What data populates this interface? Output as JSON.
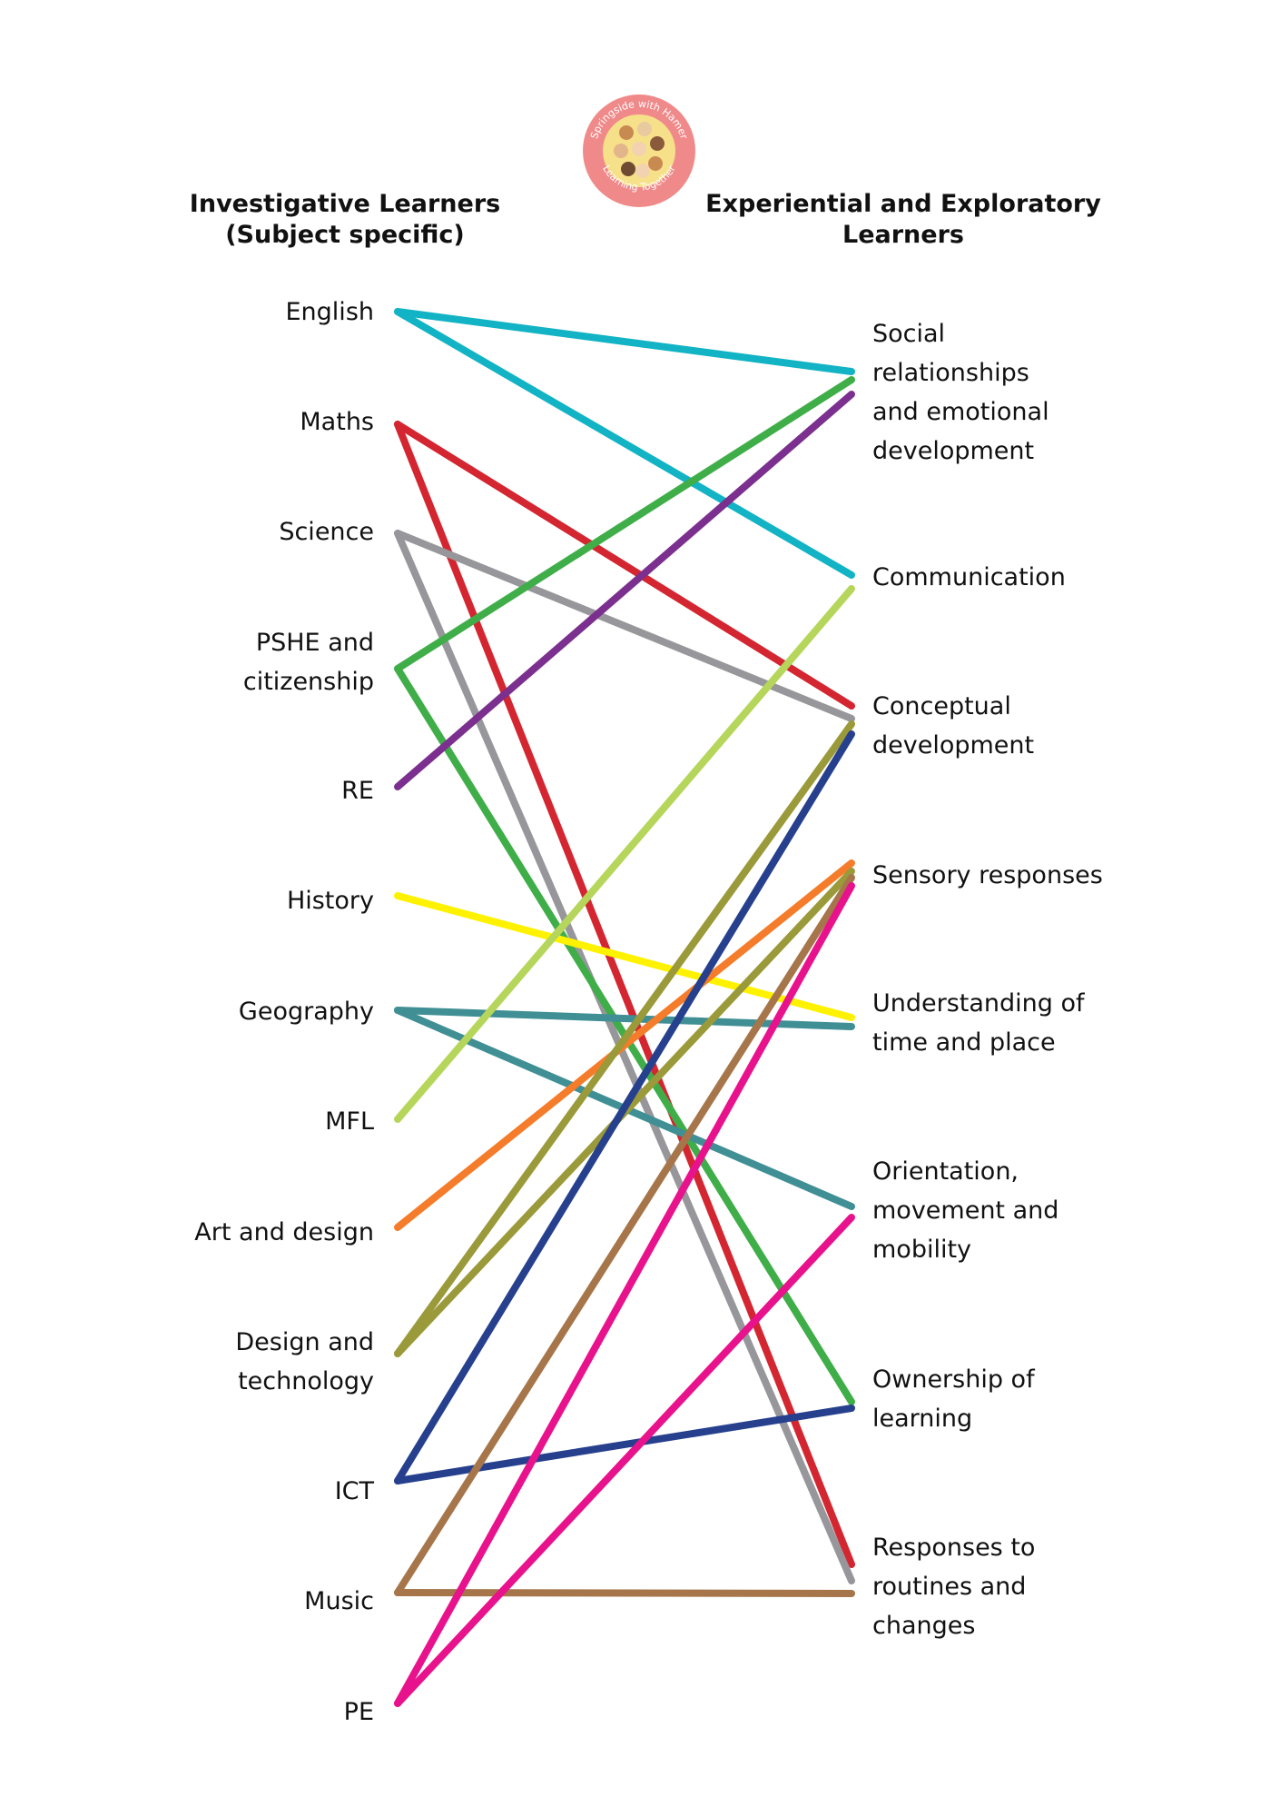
{
  "logo": {
    "top_text": "Springside with Hamer",
    "bottom_text": "Learning Together",
    "colors": {
      "ring": "#f08a8a",
      "inner": "#f6e08a"
    }
  },
  "headers": {
    "left": "Investigative Learners\n(Subject specific)",
    "right": "Experiential and Exploratory\nLearners"
  },
  "subjects": [
    {
      "id": "english",
      "label": "English"
    },
    {
      "id": "maths",
      "label": "Maths"
    },
    {
      "id": "science",
      "label": "Science"
    },
    {
      "id": "pshe",
      "label": "PSHE and\ncitizenship"
    },
    {
      "id": "re",
      "label": "RE"
    },
    {
      "id": "history",
      "label": "History"
    },
    {
      "id": "geography",
      "label": "Geography"
    },
    {
      "id": "mfl",
      "label": "MFL"
    },
    {
      "id": "art",
      "label": "Art and design"
    },
    {
      "id": "dt",
      "label": "Design and\ntechnology"
    },
    {
      "id": "ict",
      "label": "ICT"
    },
    {
      "id": "music",
      "label": "Music"
    },
    {
      "id": "pe",
      "label": "PE"
    }
  ],
  "areas": [
    {
      "id": "social",
      "label": "Social\nrelationships\nand emotional\ndevelopment"
    },
    {
      "id": "communication",
      "label": "Communication"
    },
    {
      "id": "conceptual",
      "label": "Conceptual\ndevelopment"
    },
    {
      "id": "sensory",
      "label": "Sensory responses"
    },
    {
      "id": "time",
      "label": "Understanding of\ntime and place"
    },
    {
      "id": "orientation",
      "label": "Orientation,\nmovement and\nmobility"
    },
    {
      "id": "ownership",
      "label": "Ownership of\nlearning"
    },
    {
      "id": "routines",
      "label": "Responses to\nroutines and\nchanges"
    }
  ],
  "links": [
    {
      "from": "english",
      "to": "social",
      "color": "#12b3c4"
    },
    {
      "from": "english",
      "to": "communication",
      "color": "#12b3c4"
    },
    {
      "from": "maths",
      "to": "conceptual",
      "color": "#d32630"
    },
    {
      "from": "maths",
      "to": "routines",
      "color": "#d32630"
    },
    {
      "from": "science",
      "to": "conceptual",
      "color": "#97979b"
    },
    {
      "from": "science",
      "to": "routines",
      "color": "#97979b"
    },
    {
      "from": "pshe",
      "to": "social",
      "color": "#3fae49"
    },
    {
      "from": "pshe",
      "to": "ownership",
      "color": "#3fae49"
    },
    {
      "from": "re",
      "to": "social",
      "color": "#7b2f8e"
    },
    {
      "from": "history",
      "to": "time",
      "color": "#fff200"
    },
    {
      "from": "geography",
      "to": "time",
      "color": "#3f8f94"
    },
    {
      "from": "geography",
      "to": "orientation",
      "color": "#3f8f94"
    },
    {
      "from": "mfl",
      "to": "communication",
      "color": "#b5d65a"
    },
    {
      "from": "art",
      "to": "sensory",
      "color": "#f47c2a"
    },
    {
      "from": "dt",
      "to": "conceptual",
      "color": "#9a9a3a"
    },
    {
      "from": "dt",
      "to": "sensory",
      "color": "#9a9a3a"
    },
    {
      "from": "ict",
      "to": "conceptual",
      "color": "#26408e"
    },
    {
      "from": "ict",
      "to": "ownership",
      "color": "#26408e"
    },
    {
      "from": "music",
      "to": "sensory",
      "color": "#a6764a"
    },
    {
      "from": "music",
      "to": "routines",
      "color": "#a6764a"
    },
    {
      "from": "pe",
      "to": "sensory",
      "color": "#e8128c"
    },
    {
      "from": "pe",
      "to": "orientation",
      "color": "#e8128c"
    }
  ]
}
